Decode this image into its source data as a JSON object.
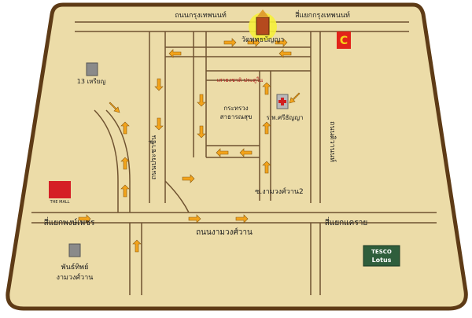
{
  "colors": {
    "parchment": "#ecdca8",
    "border": "#5e3b16",
    "road_line": "#6f5230",
    "arrow": "#f2a31b",
    "highlight": "#f6f03a",
    "tesco_green": "#2f5e3c"
  },
  "roads": {
    "top_left": "ถนนกรุงเทพนนท์",
    "top_right": "สี่แยกกรุงเทพนนท์",
    "left_junction": "สี่แยกพงษ์เพชร",
    "bottom_road": "ถนนงามวงศ์วาน",
    "right_junction": "สี่แยกแคราย",
    "vertical_left": "ถนนประชาชื่น",
    "vertical_right": "ถนนติวานนท์",
    "soi": "ซ.งามวงศ์วาน2"
  },
  "landmarks": {
    "temple": "วัดพุทธบัญญา",
    "shop_13": "13 เหรียญ",
    "ministry_line1": "กระทรวง",
    "ministry_line2": "สาธารณสุข",
    "hospital": "ร.พ.ศรีธัญญา",
    "fuel_station": "เสาธงชาติ ประตูใน",
    "the_mall_logo": "THE MALL",
    "pantip": "พันธ์ทิพย์",
    "pantip_sub": "งามวงศ์วาน",
    "tesco_text": "TESCO",
    "lotus_text": "Lotus"
  },
  "icons": {
    "temple": "temple-icon",
    "hospital": "hospital-icon",
    "mall": "mall-logo-icon",
    "shop": "building-icon",
    "tesco": "tesco-lotus-logo-icon",
    "big_c": "big-c-logo-icon"
  }
}
